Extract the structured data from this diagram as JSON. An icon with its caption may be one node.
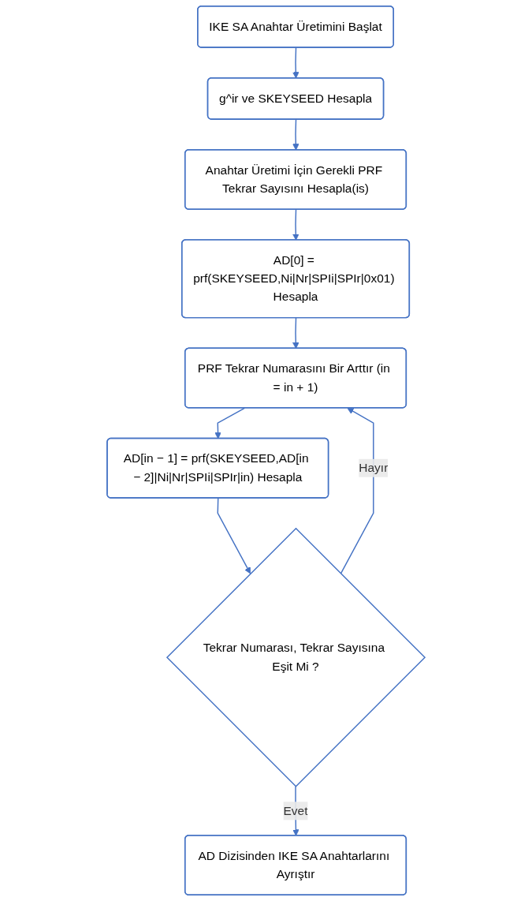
{
  "diagram": {
    "nodes": [
      {
        "text": [
          "IKE SA Anahtar Üretimini Başlat"
        ]
      },
      {
        "text": [
          "g^ir ve SKEYSEED Hesapla"
        ]
      },
      {
        "text": [
          "Anahtar Üretimi İçin Gerekli PRF Tekrar Sayısını Hesapla(is)"
        ]
      },
      {
        "text": [
          "AD[0] = prf(SKEYSEED,Ni|Nr|SPIi|SPIr|0x01) Hesapla"
        ]
      },
      {
        "text": [
          "PRF Tekrar Numarasını Bir Arttır (in = in + 1)"
        ]
      },
      {
        "text": [
          "AD[in − 1] = prf(SKEYSEED,AD[in − 2]|Ni|Nr|SPIi|SPIr|in) Hesapla"
        ]
      },
      {
        "text": [
          "Tekrar Numarası, Tekrar Sayısına Eşit Mi ?"
        ]
      },
      {
        "text": [
          "AD Dizisinden IKE SA Anahtarlarını Ayrıştır"
        ]
      }
    ],
    "edges": [
      {
        "from": 0,
        "to": 1,
        "arrow": "to"
      },
      {
        "from": 1,
        "to": 2,
        "arrow": "to"
      },
      {
        "from": 2,
        "to": 3,
        "arrow": "to"
      },
      {
        "from": 3,
        "to": 4,
        "arrow": "to"
      },
      {
        "from": 4,
        "to": 5,
        "arrow": "to"
      },
      {
        "from": 5,
        "to": 6,
        "arrow": "to"
      },
      {
        "from": 6,
        "to": 7,
        "label": "Evet",
        "arrow": "to"
      },
      {
        "from": 6,
        "to": 4,
        "label": "Hayır",
        "arrow": "to"
      }
    ]
  }
}
